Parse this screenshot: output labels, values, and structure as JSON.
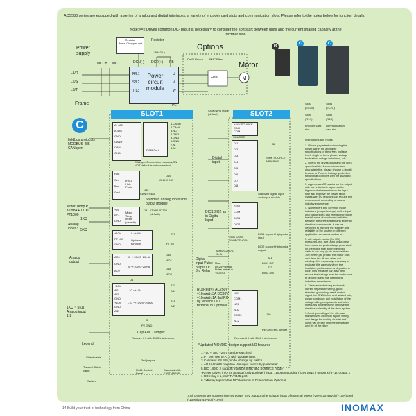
{
  "header": {
    "intro": "ACS580 series are equipped with a series of analog and digital interfaces, a variety of encoder card slots and communication slots. Please refer to the notes below for function details.",
    "note": "Note:>=2 Drives common DC- bus,It is necessary to consider the soft start between units and the current sharing capacity at the rectifier side"
  },
  "power": {
    "supply_label": "Power supply",
    "mccb": "MCCB",
    "mc": "MC",
    "inputs": [
      "L1/R",
      "L2/S",
      "L3/T"
    ],
    "terminals_in": [
      "R/L1",
      "S/L2",
      "T/L3"
    ],
    "frame": "Frame",
    "resistor_label": "Resistor",
    "brake_resistor_box": "Resistor",
    "brake_chopper": "Brake Chopper unit",
    "rh_label": "( RH<2A )",
    "dc_terms": [
      "DCN(-)",
      "DCR(+)",
      "PB"
    ],
    "module_title": "Power circuit module",
    "terminals_out": [
      "U",
      "V",
      "W"
    ],
    "pe": "PE"
  },
  "options": {
    "title": "Options",
    "dc_reactor": "DatS/ Rector",
    "emc_filter": "EMC Filter",
    "filter": "Filter",
    "motor": "Motor",
    "motor_symbol": "M"
  },
  "slot1": {
    "title": "SLOT1",
    "c_badge": "C",
    "can_terms": [
      "A+485",
      "A-485",
      "GND",
      "CANH",
      "CANL",
      "GND"
    ],
    "can_list": [
      "1.CANH",
      "2.CANL",
      "3.NC",
      "4.GND",
      "5.GND",
      "6.GND",
      "7.A-",
      "8.A+"
    ],
    "rj45": "RJ45 Port",
    "fieldbus": "fieldbus protocols MODBUS 485 CANopen",
    "can_termination": "CANopenTermination resistors,ON NOT default is not connected",
    "j15": "J15",
    "j15_opts": "ON   NC   NO",
    "j12": "J12",
    "j12_opts": "CAN   RS485",
    "pulse_terms": [
      "Ron",
      "Sin",
      "Bm",
      "Gnd"
    ],
    "pulse_box": "IPS-5 Hole Pnolo",
    "std_analog": "Standard analog input and output module",
    "motor_temp": "Motor Temp.PT KTY84 PT100 PT1000",
    "temp_terms": [
      "+5V",
      "PT+",
      "GND"
    ],
    "temp_box": "Motor Temp Input (default)",
    "j14": "J14",
    "j14_opts": "KTY84 PT100 (default)",
    "analog_input_label": "Analog input 3",
    "r1k": "1KΩ",
    "r5k": "5KΩ",
    "ai3_terms": [
      "+10V",
      "PT+Al3",
      "GND"
    ],
    "ai3_box1": "0 ~+10V",
    "ai3_box2": "Optional function",
    "j17": "J17",
    "j17_opts": "PT   A0",
    "analog_output_label": "Analog output",
    "ao_terms": [
      "AO1",
      "GND",
      "AO2"
    ],
    "ao1_box": "0 ~+10V 0~20mA",
    "ao2_box": "0 ~+10V 0~20mA",
    "j16": "J16",
    "j16_label": "AO1",
    "j18": "J18",
    "j18_label": "AO2",
    "j4": "J4",
    "ai_box1": "-10 ~+10V",
    "ai_box2": "-10 ~+10V/0~20mA",
    "ai_terms": [
      "+10V",
      "AI1",
      "AI2",
      "GND",
      "+10V",
      "GND",
      "AI2",
      "GND"
    ],
    "j11": "J11",
    "j11_label": "AI1",
    "j13": "J13",
    "j13_label": "AI2",
    "j2": "J2",
    "pe_gnd": "PE   GND",
    "emc_jumper": "Cap   EMC Jumper",
    "emc_note": "Remove it if with EMC interference",
    "analog_input_12": "1KΩ ~ 5KΩ Analog input 1-2"
  },
  "slot2": {
    "title": "SLOT2",
    "sink_npn": "SINK/NPN mode (default)",
    "top_terms": [
      "+24V/SOURCE",
      "SINK",
      "COM"
    ],
    "source_label": "SOURCE",
    "digital_input": "Digital input",
    "di_terms": [
      "DI1",
      "DI2",
      "DI3",
      "DI4",
      "DI5",
      "DI6",
      "DI7",
      "DI8"
    ],
    "j8": "J8",
    "j8_opts": "SINK   SOURCE NPN   PNP",
    "std_digital": "Standard digital input andoutput module",
    "dio_terms": [
      "+24V",
      "COM",
      "DIO1",
      "DIO2"
    ],
    "dio_desc": "DIO1DIO2 as in Digital Input",
    "sink_com": "SINK COM SOURCE +24V",
    "dio1_support": "DIO1 support High pulse input",
    "max_dc": "MaxDC24V/5-9mA",
    "dio2_support": "DIO2 support High pulse output",
    "digital_pulse_out": "Digital input Pulse output Or 3rd Relay",
    "max_out": "Max. DC24V/50mA Pulse output 0 ~50KHZ",
    "j21": "J21",
    "j21_opts": "DIO1   DI7",
    "j22": "J22",
    "j22_opts": "DIO2   DI8",
    "ro_terms": [
      "NO1",
      "COM1",
      "NC1",
      "NO2",
      "COM2",
      "NC2"
    ],
    "ro_desc": "RO(Relay): AC250V =10mA&<3A DC30V =10mA&<1A 3rd RO by replace DIO terminal in Optional",
    "j10": "J10",
    "j10_opts": "PE   Cap",
    "emc_jumper": "EMC jumper",
    "emc_note": "Remove it if with EMC interference",
    "updated_note": "*Updated AIO /DIO design support I/O features"
  },
  "legend": {
    "title": "Legend",
    "shield": "Shield cable",
    "twisted": "Twisted Shield cable",
    "switch": "Switch",
    "jumper": "3rd jumper",
    "rj45": "RJ45 Control Panel",
    "standard": "Standard with EIA/TIA568B"
  },
  "features": [
    "1.+10 V and +24 V can be switched",
    "2.PT port use to AI 3 with voltage input",
    "3.CAN and RS 485  mode change by switch",
    "4.AI1&AI2 with negative V/A input switch by parameter",
    "5.DIO 1/DIO 2 support input by SINK and SOURCE mode",
    "*R type drives ( I/O  2x analog  ( only positive  ) input , 1xoutput Digital  ( only SINK  ) output x  (5+1), output x 1 RO relay x  1, no PT /RJ45 port",
    "6.3xRelay replace the DIO terminal of DI module in Optional",
    "7.All DI terminals support internal power 24V ,support the voltage input of external power (-20%)24-48Vdc(+10%) and (-10%)(24-48Vac)(+10%)"
  ],
  "right_col": {
    "product_badges": [
      "R",
      "C",
      "C"
    ],
    "slots": [
      {
        "name": "Slot3",
        "val": "(=C3X)"
      },
      {
        "name": "Slot4",
        "val": "(=C2X)"
      },
      {
        "name": "Slot5",
        "val": "(R1X)"
      },
      {
        "name": "Slot6",
        "val": "(R1X)"
      },
      {
        "name": "encoder card slot",
        "val": ""
      },
      {
        "name": "communication card slot",
        "val": ""
      }
    ],
    "notes_title": "Instructions and Notes",
    "notes": [
      "1. Please pay attention to using the power within the allowable specifications of the drives (voltage level, single or three phase, voltage fluctuation, voltage imbalance, etc.)",
      "2. Due to the drives' input and the high-speed switch electronic incursion characteristics, please choose a circuit breaker or Fuse or leakage protection switch that complies with the standard specifications.",
      "3. Appropriate AC reactor on the output side can effectively suppress the higher-order harmonics on the input side and improve the power factor (types with DC reactors can reduce this requirement, depending on use or industry experience)",
      "4. Noise filters and common mode inductors (magnetic rings) on the input and output sides can effectively reduce the influence of conducted radiation between the drive system and external electrical components. It can be designed to improve the stability and reliability of the system in different application scenarios and so on.",
      "5. AC output reactor (Du / Dt) measures, etc., are used to suppress the resonance peak voltage generated on the motor side when the motor cable is too long (such as more than 100 meters) to protect the motor coils and drive the dit and other coil windings.It is especially necessary to evaluate this carefully when the insulation performance is degraded or poor. This measure can also help reduce the leakage from the motor wire to ground due to the distributed induction capacitance.",
      "6. The standard strong and weak current separation wiring, good standard grounding, weak control signal line GND follow and twisted pair, power conductor coil installation of the voltage-killing components and other measures will effectively improve the electrical reliability of the drive system.",
      "7.Good grounding of the site, and standardized electrical layout, wiring, and design for cooling air inlet and outlet will greatly improve the stability and life of the drive"
    ]
  },
  "footer": {
    "page": "14  Build your trust of technology from China",
    "brand": "INOMAX"
  },
  "colors": {
    "panel": "#d9ecc4",
    "accent": "#2aa3e3",
    "badge": "#1e8fd6",
    "brand": "#1e6fb8"
  }
}
